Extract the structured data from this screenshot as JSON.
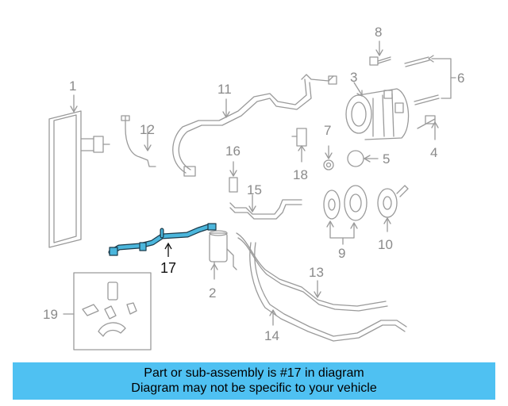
{
  "diagram": {
    "callouts": {
      "c1": "1",
      "c2": "2",
      "c3": "3",
      "c4": "4",
      "c5": "5",
      "c6": "6",
      "c7": "7",
      "c8": "8",
      "c9": "9",
      "c10": "10",
      "c11": "11",
      "c12": "12",
      "c13": "13",
      "c14": "14",
      "c15": "15",
      "c16": "16",
      "c17": "17",
      "c18": "18",
      "c19": "19"
    }
  },
  "colors": {
    "highlight_part": "#4bb6dc",
    "banner_background": "#4fc1f2",
    "line_art": "#9a9a9a"
  },
  "banner": {
    "line1": "Part or sub-assembly is #17 in diagram",
    "line2": "Diagram may not be specific to your vehicle"
  }
}
